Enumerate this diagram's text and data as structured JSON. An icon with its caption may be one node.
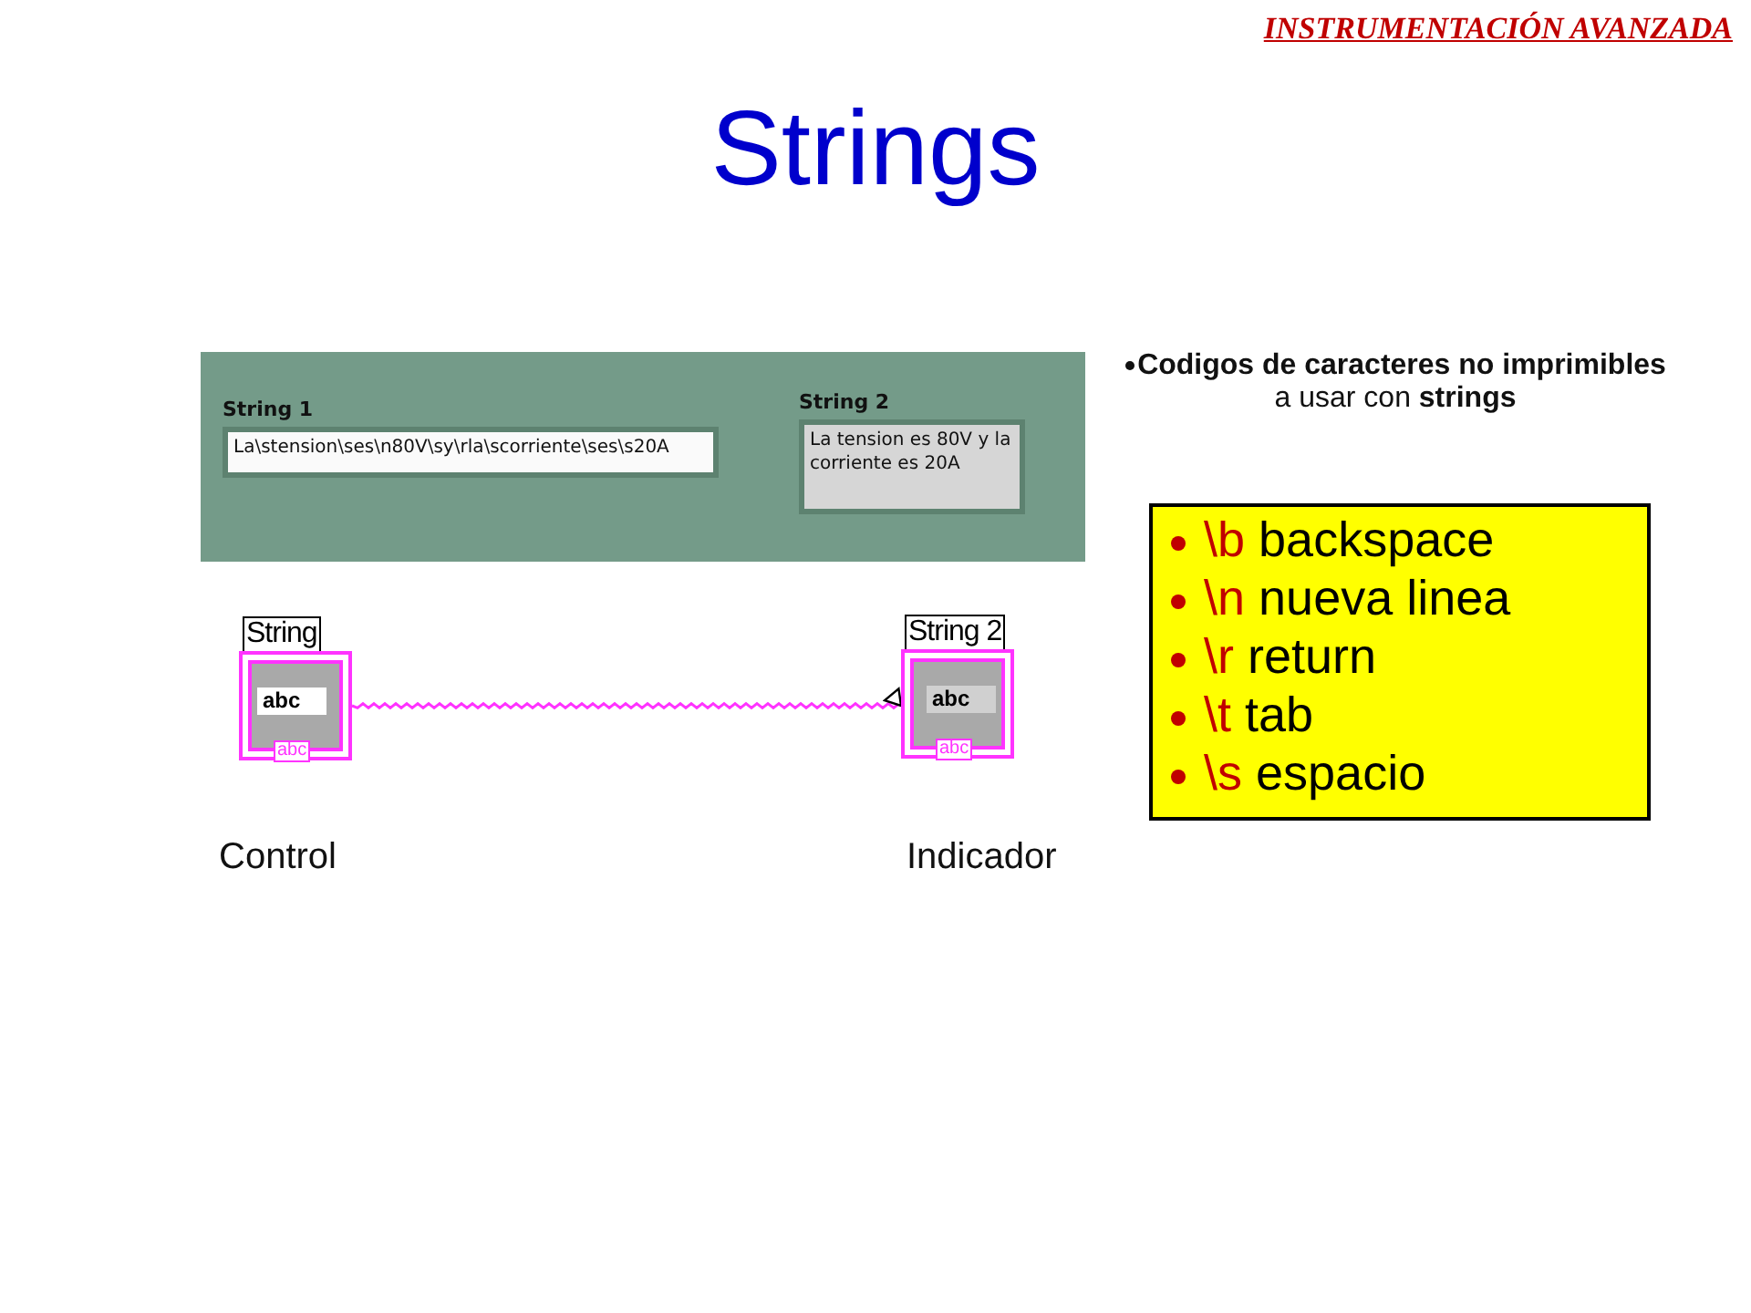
{
  "diagram": {
    "title": "Strings",
    "nodes": [
      {
        "text": [],
        "shape": "box"
      },
      {
        "text": [
          "String 1",
          "La\\stension\\ses\\n80V\\sy\\rla\\scorriente\\ses\\s20A"
        ],
        "in": 0
      },
      {
        "text": [
          "String 2",
          "La tension es 80V y la corriente es 20A"
        ],
        "in": 0
      },
      {
        "text": [
          "\\b backspace",
          "\\n nueva linea",
          "\\r return",
          "\\t tab",
          "\\s espacio"
        ]
      },
      {
        "text": [
          "String",
          "abc",
          "abc"
        ],
        "beside": [
          "Control"
        ]
      },
      {
        "text": [
          "String 2",
          "abc",
          "abc"
        ],
        "beside": [
          "Indicador"
        ]
      }
    ],
    "edges": [
      {
        "from": 4,
        "to": 5,
        "arrow": "to"
      }
    ],
    "labels": [
      "INSTRUMENTACIÓN AVANZADA",
      "**Codigos de caracteres no imprimibles** a usar con **strings**"
    ]
  }
}
